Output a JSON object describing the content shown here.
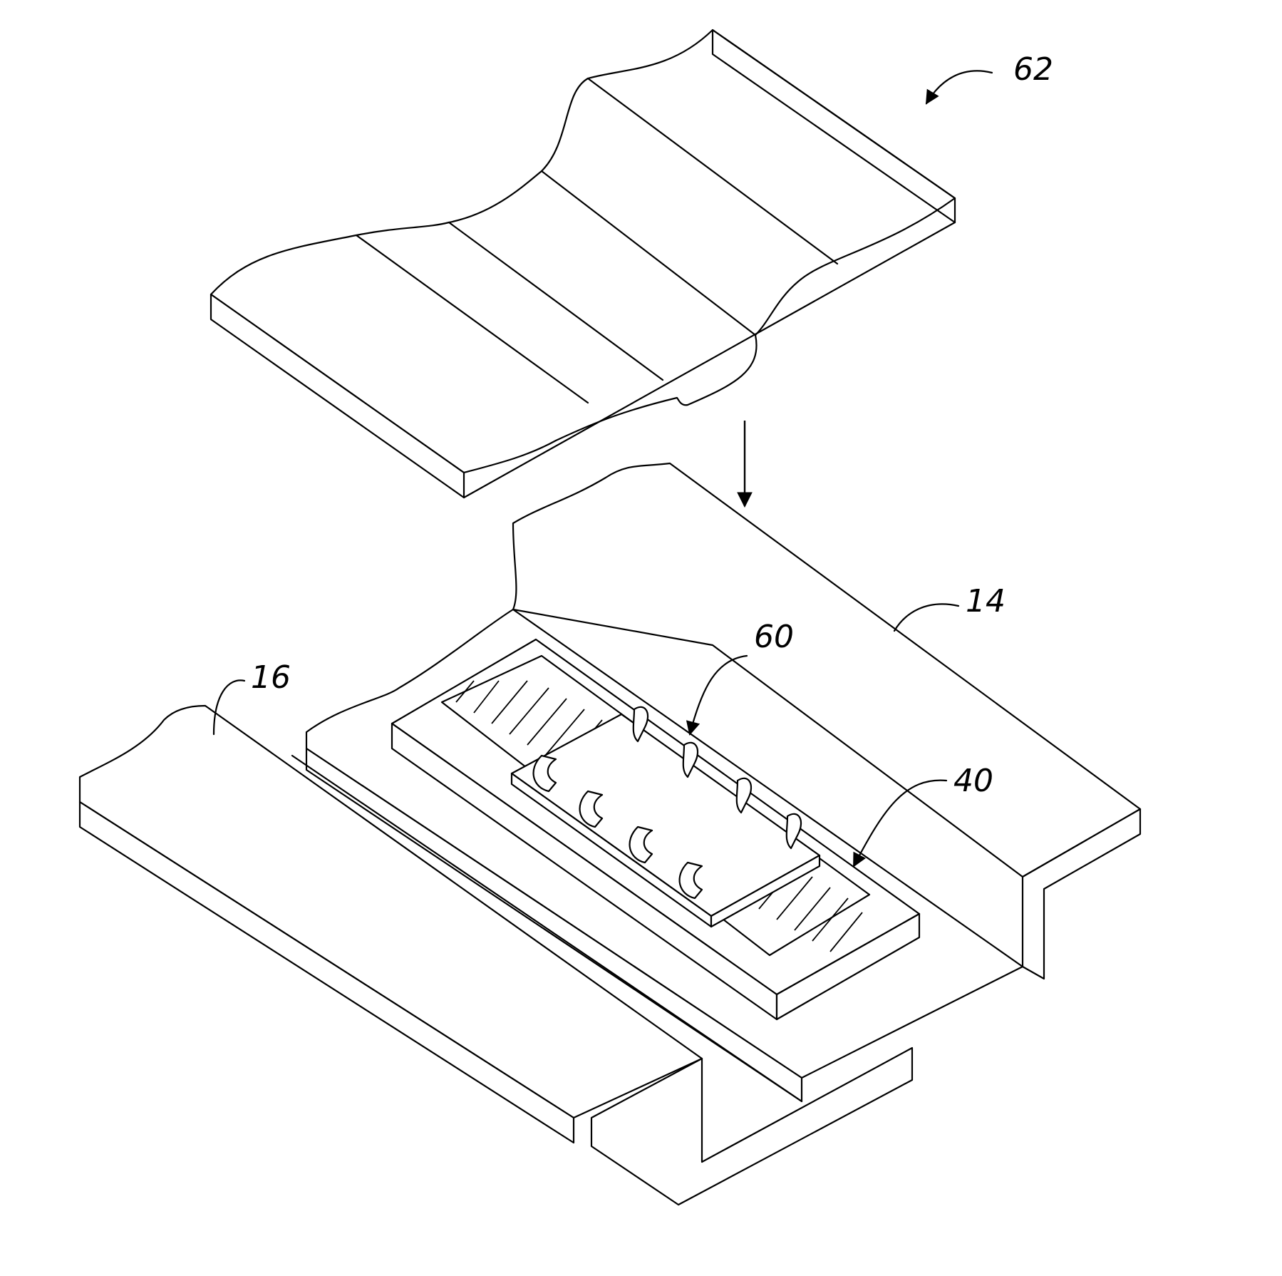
{
  "figure": {
    "reference_numerals": {
      "cover": "62",
      "housing_right": "14",
      "housing_left": "16",
      "clip_strip": "60",
      "insert": "40"
    },
    "colors": {
      "line": "#000000",
      "background": "#ffffff"
    }
  }
}
